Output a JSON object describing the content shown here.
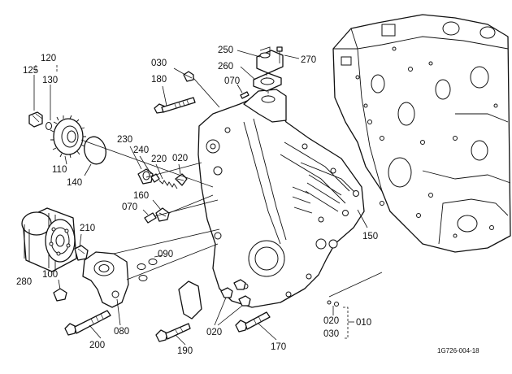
{
  "drawing_code": "1G726-004-18",
  "labels": {
    "p010": "010",
    "p020": "020",
    "p030": "030",
    "p070": "070",
    "p080": "080",
    "p090": "090",
    "p100": "100",
    "p110": "110",
    "p120": "120",
    "p125": "125",
    "p130": "130",
    "p140": "140",
    "p150": "150",
    "p160": "160",
    "p170": "170",
    "p180": "180",
    "p190": "190",
    "p200": "200",
    "p210": "210",
    "p220": "220",
    "p230": "230",
    "p240": "240",
    "p250": "250",
    "p260": "260",
    "p270": "270",
    "p280": "280"
  },
  "icons": [
    "engine-block-icon",
    "gear-case-icon",
    "oil-filter-icon",
    "bolt-icon",
    "o-ring-icon",
    "gear-icon"
  ]
}
